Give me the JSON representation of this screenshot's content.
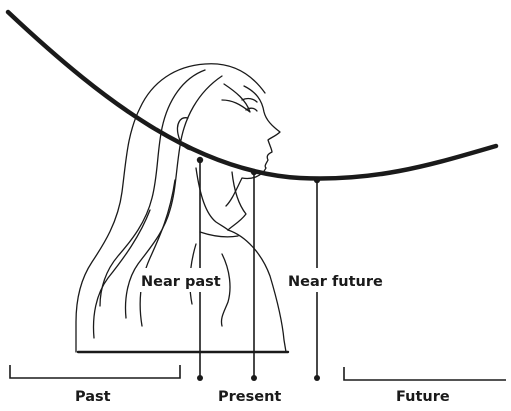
{
  "labels": {
    "near_past": "Near past",
    "near_future": "Near future",
    "past": "Past",
    "present": "Present",
    "future": "Future"
  },
  "colors": {
    "ink": "#1a1a1a",
    "background": "#ffffff"
  }
}
